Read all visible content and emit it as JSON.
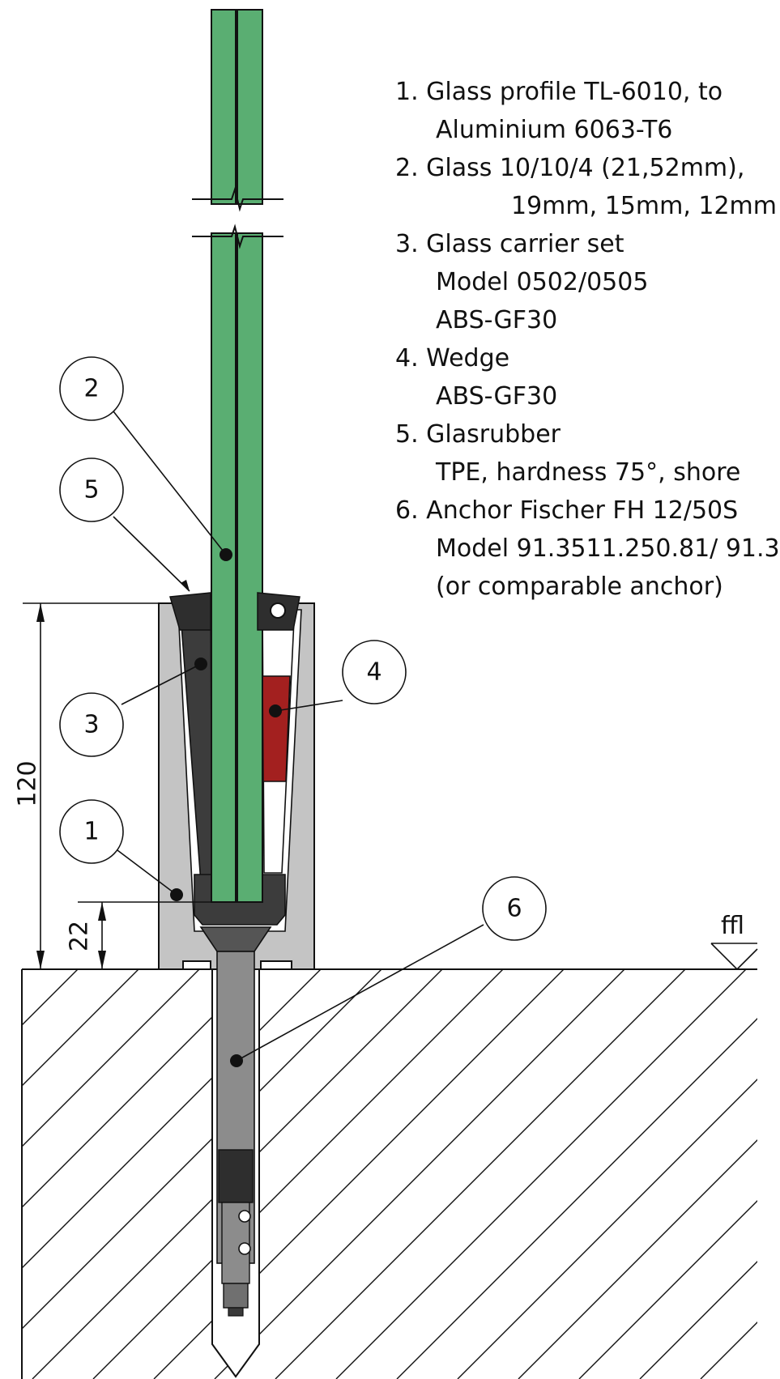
{
  "legend": [
    {
      "number": "1.",
      "lines": [
        "Glass profile TL-6010, to",
        "Aluminium 6063-T6"
      ]
    },
    {
      "number": "2.",
      "lines": [
        "Glass 10/10/4 (21,52mm),",
        "19mm, 15mm, 12mm"
      ]
    },
    {
      "number": "3.",
      "lines": [
        "Glass carrier set",
        "Model 0502/0505",
        "ABS-GF30"
      ]
    },
    {
      "number": "4.",
      "lines": [
        "Wedge",
        "ABS-GF30"
      ]
    },
    {
      "number": "5.",
      "lines": [
        "Glasrubber",
        "TPE, hardness 75°, shore"
      ]
    },
    {
      "number": "6.",
      "lines": [
        "Anchor Fischer FH 12/50S",
        "Model 91.3511.250.81/ 91.3",
        "(or comparable anchor)"
      ]
    }
  ],
  "callouts": [
    "2",
    "5",
    "3",
    "1",
    "4",
    "6"
  ],
  "dimensions": {
    "height": "120",
    "base": "22"
  },
  "level_mark": "ffl",
  "colors": {
    "glass": "#5aae72",
    "profile": "#c4c4c4",
    "carrier": "#3c3c3c",
    "wedge": "#a3201f",
    "anchor": "#8c8c8c",
    "line": "#111111"
  }
}
